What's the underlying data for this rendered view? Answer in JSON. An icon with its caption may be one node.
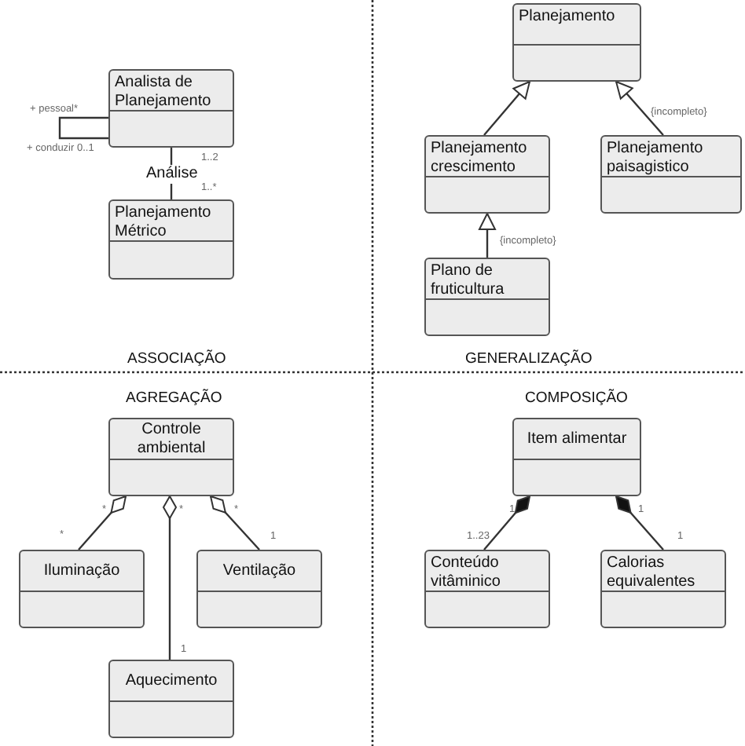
{
  "diagram": {
    "nodes": [
      {
        "text": [
          "Analista de Planejamento"
        ]
      },
      {
        "text": [
          "Planejamento Métrico"
        ]
      },
      {
        "text": [
          "Planejamento"
        ]
      },
      {
        "text": [
          "Planejamento crescimento"
        ]
      },
      {
        "text": [
          "Planejamento paisagistico"
        ]
      },
      {
        "text": [
          "Plano de fruticultura"
        ]
      },
      {
        "text": [
          "Controle ambiental"
        ]
      },
      {
        "text": [
          "Iluminação"
        ]
      },
      {
        "text": [
          "Ventilação"
        ]
      },
      {
        "text": [
          "Aquecimento"
        ]
      },
      {
        "text": [
          "Item alimentar"
        ]
      },
      {
        "text": [
          "Conteúdo vitâminico"
        ]
      },
      {
        "text": [
          "Calorias equivalentes"
        ]
      }
    ],
    "edges": [
      {
        "from": 0,
        "to": 0,
        "arrow": "none"
      },
      {
        "from": 0,
        "to": 1,
        "arrow": "none",
        "label": "Análise"
      },
      {
        "from": 3,
        "to": 2,
        "arrow": "to"
      },
      {
        "from": 4,
        "to": 2,
        "arrow": "to"
      },
      {
        "from": 5,
        "to": 3,
        "arrow": "to"
      },
      {
        "from": 6,
        "to": 7,
        "arrow": "other"
      },
      {
        "from": 6,
        "to": 9,
        "arrow": "other"
      },
      {
        "from": 6,
        "to": 8,
        "arrow": "other"
      },
      {
        "from": 10,
        "to": 11,
        "arrow": "other"
      },
      {
        "from": 10,
        "to": 12,
        "arrow": "other"
      }
    ],
    "labels": [
      "+ pessoal*",
      "+ conduzir 0..1",
      "1..2",
      "1..*",
      "ASSOCIAÇÃO",
      "{incompleto}",
      "{incompleto}",
      "GENERALIZAÇÃO",
      "AGREGAÇÃO",
      "COMPOSIÇÃO",
      "*",
      "*",
      "*",
      "*",
      "1",
      "1",
      "1",
      "1",
      "1..23",
      "1"
    ]
  }
}
